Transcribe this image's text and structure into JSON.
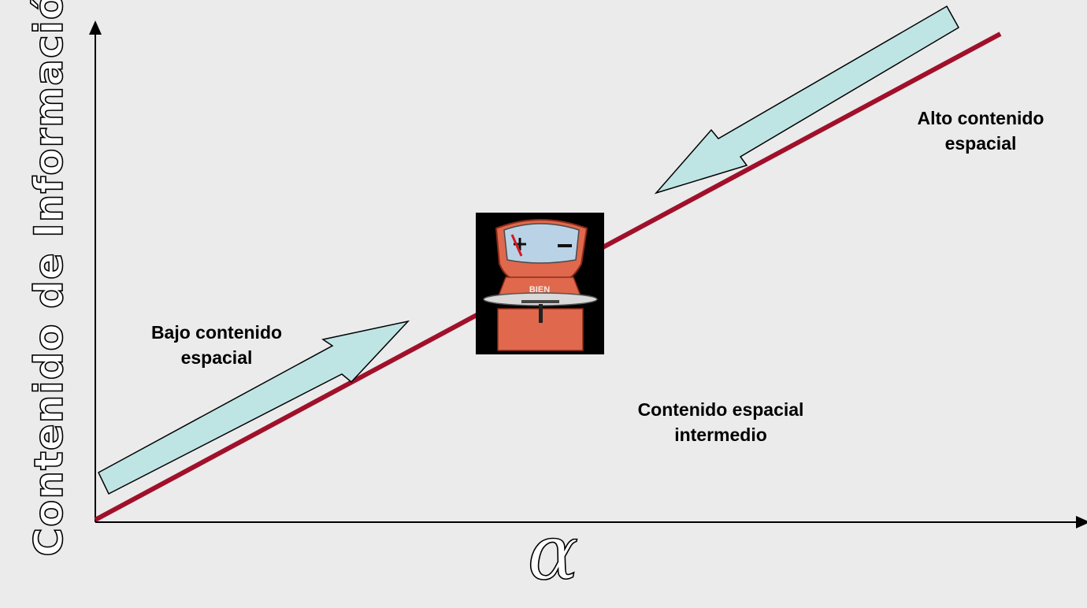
{
  "diagram": {
    "y_axis_label": "Contenido de Información",
    "x_axis_label": "α",
    "annotations": {
      "low": [
        "Bajo contenido",
        "espacial"
      ],
      "high": [
        "Alto contenido",
        "espacial"
      ],
      "intermediate": [
        "Contenido espacial",
        "intermedio"
      ]
    },
    "scale_icon_text": "BIEN",
    "colors": {
      "background": "#ebebeb",
      "trend_line": "#a0102a",
      "arrow_fill": "#bfe4e4",
      "axis": "#000000",
      "scale_body": "#e0684c",
      "icon_background": "#000000"
    }
  }
}
